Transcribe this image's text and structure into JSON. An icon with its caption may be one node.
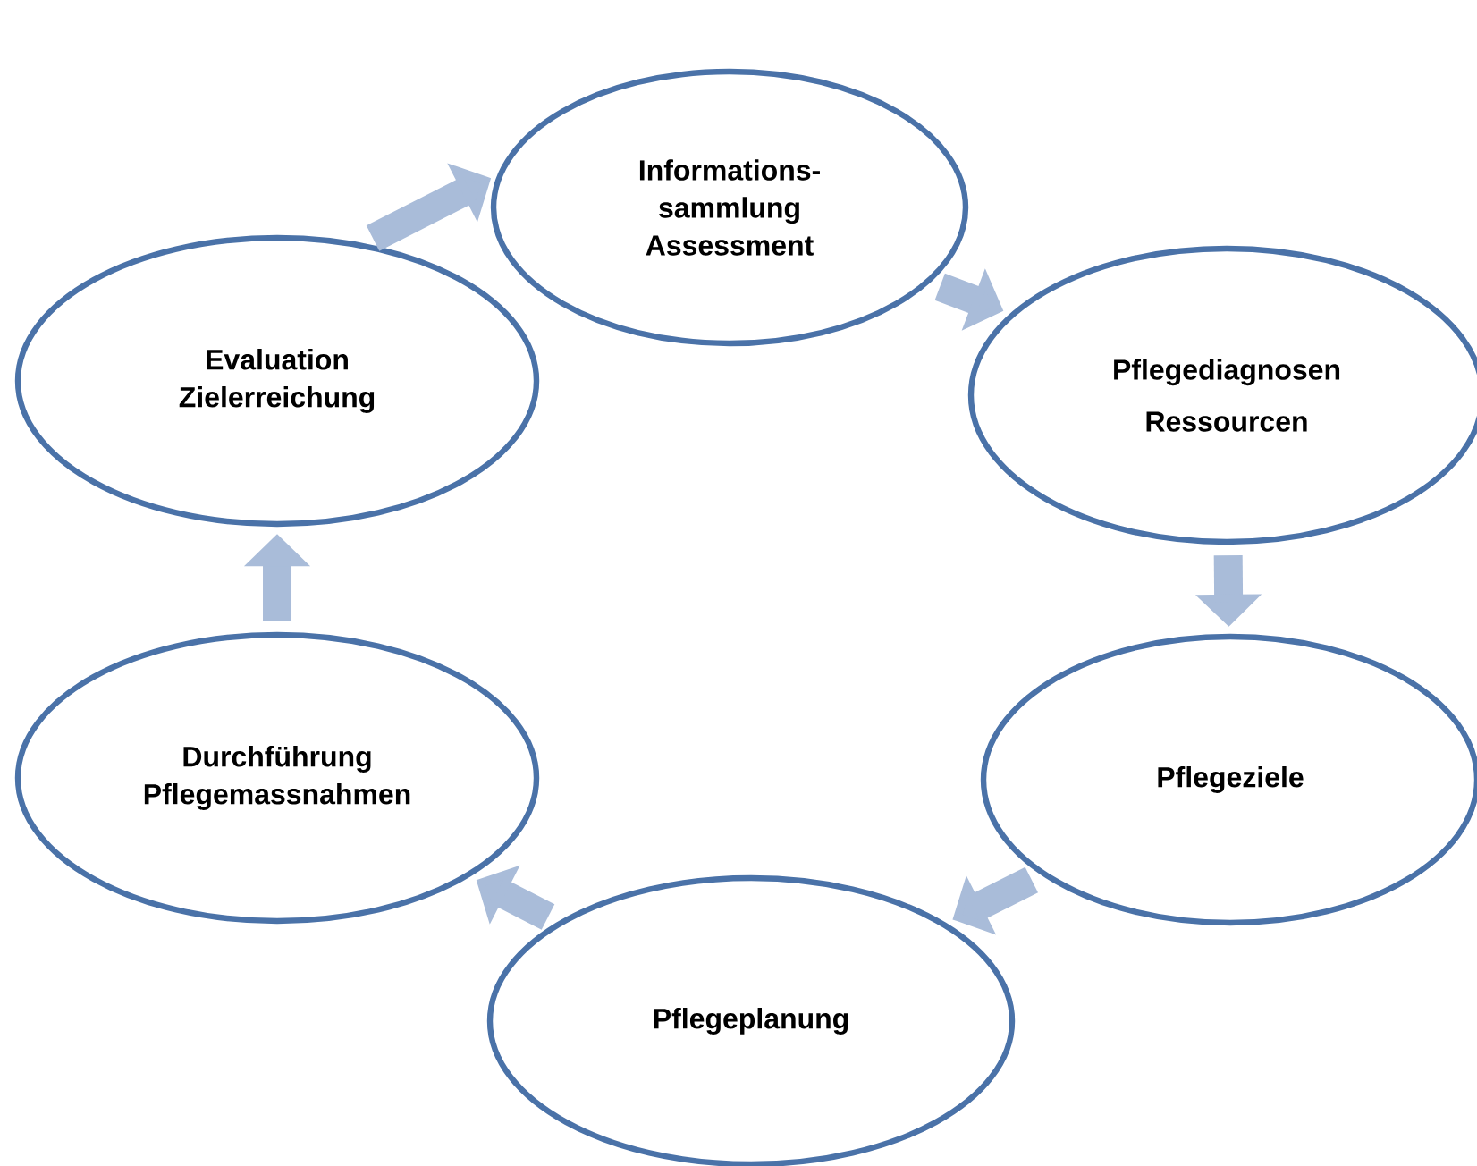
{
  "diagram": {
    "nodes": [
      {
        "text": [
          "Informations- sammlung",
          "Assessment"
        ]
      },
      {
        "text": [
          "Pflegediagnosen",
          "Ressourcen"
        ]
      },
      {
        "text": [
          "Pflegeziele"
        ]
      },
      {
        "text": [
          "Pflegeplanung"
        ]
      },
      {
        "text": [
          "Durchführung",
          "Pflegemassnahmen"
        ]
      },
      {
        "text": [
          "Evaluation",
          "Zielerreichung"
        ]
      }
    ],
    "edges": [
      {
        "from": 0,
        "to": 1,
        "arrow": "to"
      },
      {
        "from": 1,
        "to": 2,
        "arrow": "to"
      },
      {
        "from": 2,
        "to": 3,
        "arrow": "to"
      },
      {
        "from": 3,
        "to": 4,
        "arrow": "to"
      },
      {
        "from": 4,
        "to": 5,
        "arrow": "to"
      },
      {
        "from": 5,
        "to": 0,
        "arrow": "to"
      }
    ]
  }
}
